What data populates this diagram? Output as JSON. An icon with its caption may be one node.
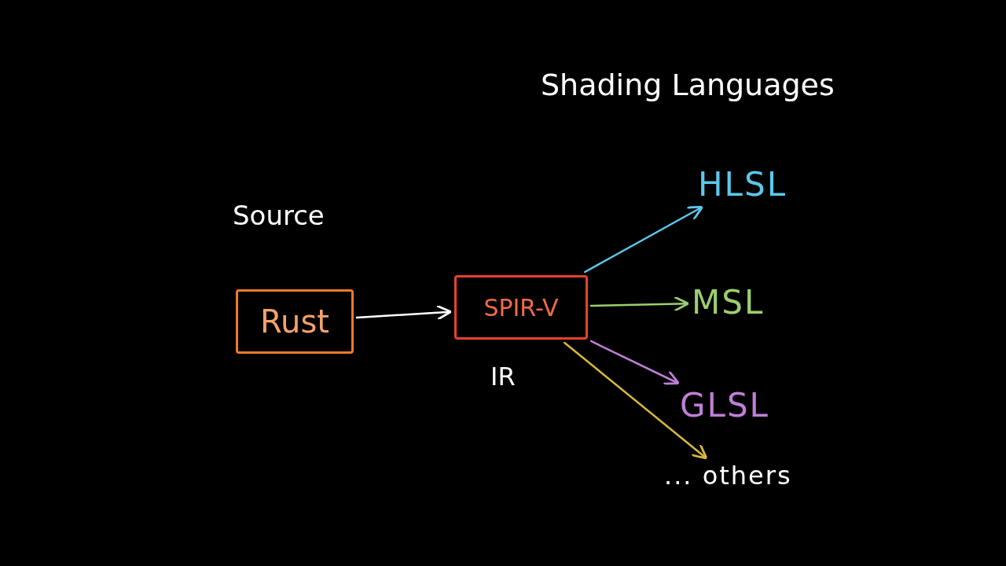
{
  "diagram": {
    "nodes": [
      {
        "text": [
          "Rust"
        ]
      },
      {
        "text": [
          "SPIR-V"
        ]
      },
      {
        "text": [
          "HLSL"
        ]
      },
      {
        "text": [
          "MSL"
        ]
      },
      {
        "text": [
          "GLSL"
        ]
      },
      {
        "text": [
          "... others"
        ]
      }
    ],
    "edges": [
      {
        "from": 0,
        "to": 1,
        "arrow": "to"
      },
      {
        "from": 1,
        "to": 2,
        "arrow": "to",
        "color": "#5bc8ec"
      },
      {
        "from": 1,
        "to": 3,
        "arrow": "to",
        "color": "#9ccf6e"
      },
      {
        "from": 1,
        "to": 4,
        "arrow": "to",
        "color": "#c07ed8"
      },
      {
        "from": 1,
        "to": 5,
        "arrow": "to",
        "color": "#d9b93a"
      }
    ],
    "labels": [
      "Shading Languages",
      "Source",
      "IR"
    ]
  }
}
